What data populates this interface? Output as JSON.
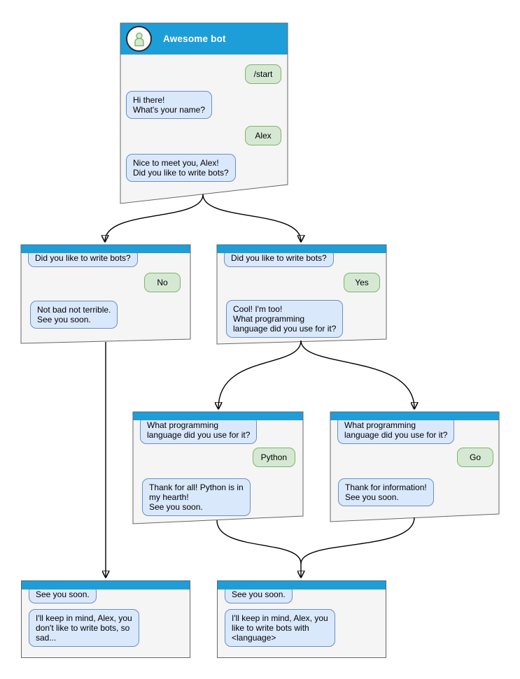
{
  "colors": {
    "titlebar_blue": "#1e9ed9",
    "window_bg": "#f5f5f5",
    "window_border": "#666666",
    "bot_bubble_bg": "#dae8fc",
    "bot_bubble_border": "#6c8ebf",
    "user_bubble_bg": "#d5e8d4",
    "user_bubble_border": "#82b366",
    "connector": "#000000"
  },
  "windows": [
    {
      "id": "main",
      "title": "Awesome bot",
      "avatar_icon": "person-icon",
      "messages": [
        {
          "from": "user",
          "text": "/start"
        },
        {
          "from": "bot",
          "text": "Hi there!\nWhat's your name?"
        },
        {
          "from": "user",
          "text": "Alex"
        },
        {
          "from": "bot",
          "text": "Nice to meet you, Alex!\nDid you like to write bots?"
        }
      ]
    },
    {
      "id": "branch-no",
      "messages": [
        {
          "from": "bot",
          "text": "Did you like to write bots?"
        },
        {
          "from": "user",
          "text": "No"
        },
        {
          "from": "bot",
          "text": "Not bad not terrible.\nSee you soon."
        }
      ]
    },
    {
      "id": "branch-yes",
      "messages": [
        {
          "from": "bot",
          "text": "Did you like to write bots?"
        },
        {
          "from": "user",
          "text": "Yes"
        },
        {
          "from": "bot",
          "text": "Cool! I'm too!\nWhat programming\nlanguage did you use for it?"
        }
      ]
    },
    {
      "id": "branch-python",
      "messages": [
        {
          "from": "bot",
          "text": "What programming\nlanguage did you use for it?"
        },
        {
          "from": "user",
          "text": "Python"
        },
        {
          "from": "bot",
          "text": "Thank for all! Python is in\nmy hearth!\nSee you soon."
        }
      ]
    },
    {
      "id": "branch-go",
      "messages": [
        {
          "from": "bot",
          "text": "What programming\nlanguage did you use for it?"
        },
        {
          "from": "user",
          "text": "Go"
        },
        {
          "from": "bot",
          "text": "Thank for information!\nSee you soon."
        }
      ]
    },
    {
      "id": "end-no",
      "messages": [
        {
          "from": "bot",
          "text": "See you soon."
        },
        {
          "from": "bot",
          "text": "I'll keep in mind, Alex, you\ndon't like to write bots, so\nsad..."
        }
      ]
    },
    {
      "id": "end-yes",
      "messages": [
        {
          "from": "bot",
          "text": "See you soon."
        },
        {
          "from": "bot",
          "text": "I'll keep in mind, Alex, you\nlike to write bots with\n<language>"
        }
      ]
    }
  ],
  "edges": [
    {
      "from": "main",
      "to": "branch-no"
    },
    {
      "from": "main",
      "to": "branch-yes"
    },
    {
      "from": "branch-no",
      "to": "end-no"
    },
    {
      "from": "branch-yes",
      "to": "branch-python"
    },
    {
      "from": "branch-yes",
      "to": "branch-go"
    },
    {
      "from": "branch-python",
      "to": "end-yes"
    },
    {
      "from": "branch-go",
      "to": "end-yes"
    }
  ]
}
